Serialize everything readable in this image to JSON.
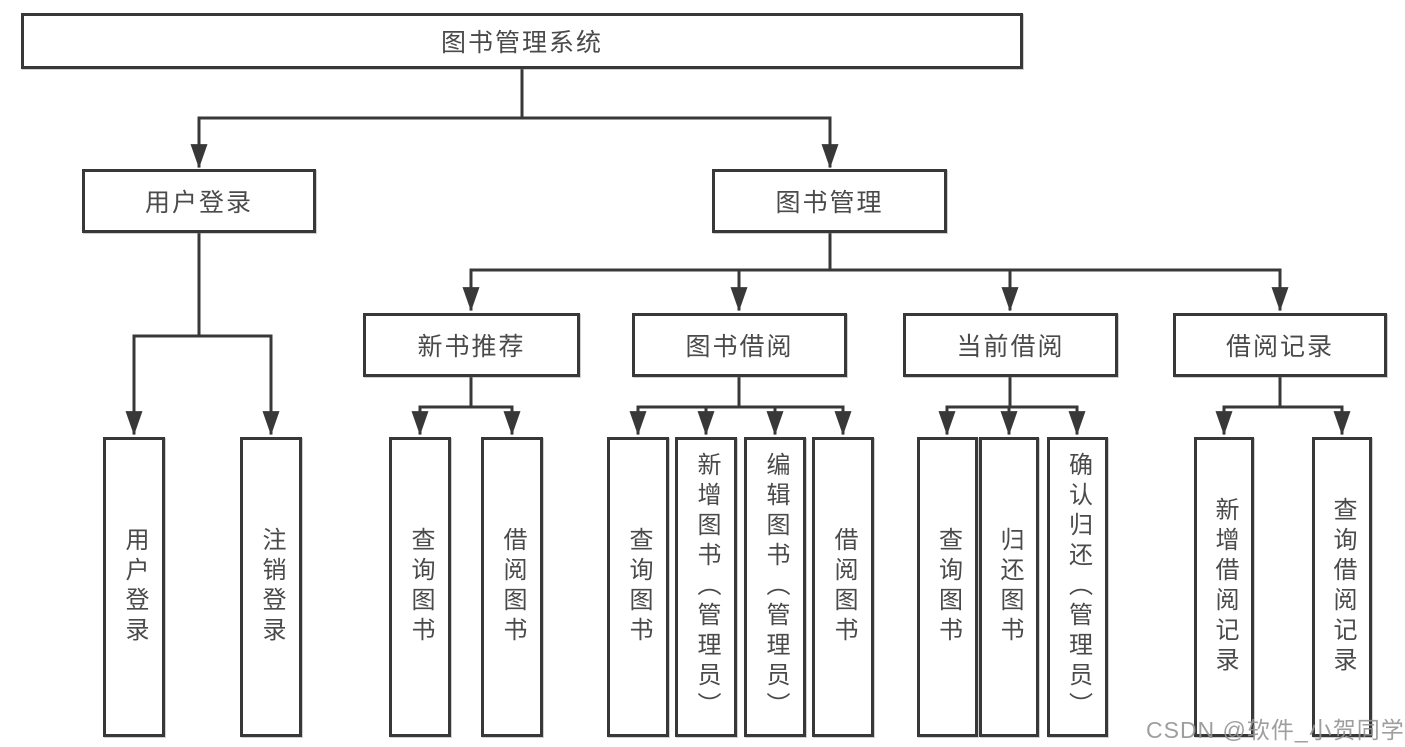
{
  "diagram": {
    "root": {
      "label": "图书管理系统"
    },
    "level2": {
      "user_login": {
        "label": "用户登录"
      },
      "book_mgmt": {
        "label": "图书管理"
      }
    },
    "level3": {
      "new_books": {
        "label": "新书推荐"
      },
      "book_borrow": {
        "label": "图书借阅"
      },
      "current_borrow": {
        "label": "当前借阅"
      },
      "borrow_records": {
        "label": "借阅记录"
      }
    },
    "leaves": {
      "user_login": {
        "label": "用户登录"
      },
      "logout": {
        "label": "注销登录"
      },
      "nb_query": {
        "label": "查询图书"
      },
      "nb_borrow": {
        "label": "借阅图书"
      },
      "bb_query": {
        "label": "查询图书"
      },
      "bb_add": {
        "label": "新增图书（管理员）"
      },
      "bb_edit": {
        "label": "编辑图书（管理员）"
      },
      "bb_borrow": {
        "label": "借阅图书"
      },
      "cb_query": {
        "label": "查询图书"
      },
      "cb_return": {
        "label": "归还图书"
      },
      "cb_confirm": {
        "label": "确认归还（管理员）"
      },
      "br_add": {
        "label": "新增借阅记录"
      },
      "br_query": {
        "label": "查询借阅记录"
      }
    }
  },
  "watermark": {
    "text": "CSDN @软件_小贺同学"
  },
  "colors": {
    "line": "#383838",
    "box_border": "#383838",
    "text": "#4a4a4a",
    "watermark": "#949494",
    "background": "#ffffff"
  }
}
